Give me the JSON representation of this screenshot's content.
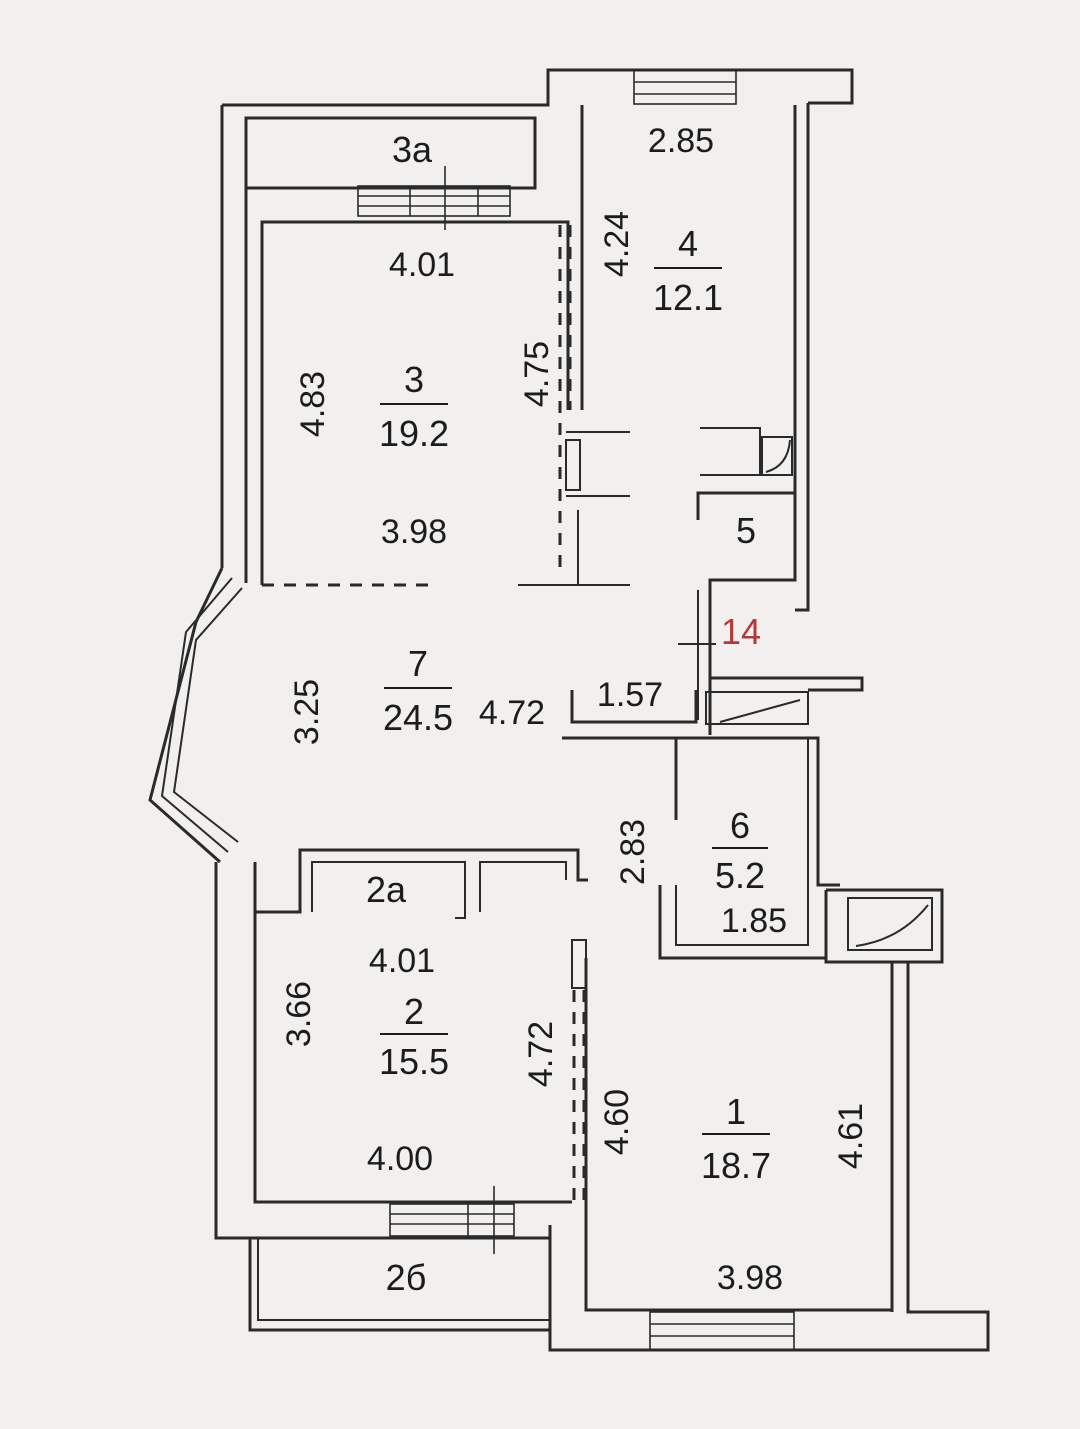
{
  "colors": {
    "ink": "#2a2a2a",
    "paper": "#f1f0ee",
    "accent": "#b23a3a"
  },
  "rooms": [
    {
      "id": "r3a",
      "number": "3a"
    },
    {
      "id": "r3",
      "number": "3",
      "area": "19.2",
      "dims": [
        "4.01",
        "4.83",
        "4.75",
        "3.98"
      ]
    },
    {
      "id": "r4",
      "number": "4",
      "area": "12.1",
      "dims": [
        "2.85",
        "4.24"
      ]
    },
    {
      "id": "r5",
      "number": "5"
    },
    {
      "id": "r14",
      "number": "14"
    },
    {
      "id": "r7",
      "number": "7",
      "area": "24.5",
      "dims": [
        "4.72",
        "3.25",
        "1.57"
      ]
    },
    {
      "id": "r6",
      "number": "6",
      "area": "5.2",
      "dims": [
        "2.83",
        "1.85"
      ]
    },
    {
      "id": "r2a",
      "number": "2a"
    },
    {
      "id": "r2",
      "number": "2",
      "area": "15.5",
      "dims": [
        "4.01",
        "3.66",
        "4.72",
        "4.00"
      ]
    },
    {
      "id": "r2b",
      "number": "2б"
    },
    {
      "id": "r1",
      "number": "1",
      "area": "18.7",
      "dims": [
        "4.60",
        "4.61",
        "3.98"
      ]
    }
  ]
}
